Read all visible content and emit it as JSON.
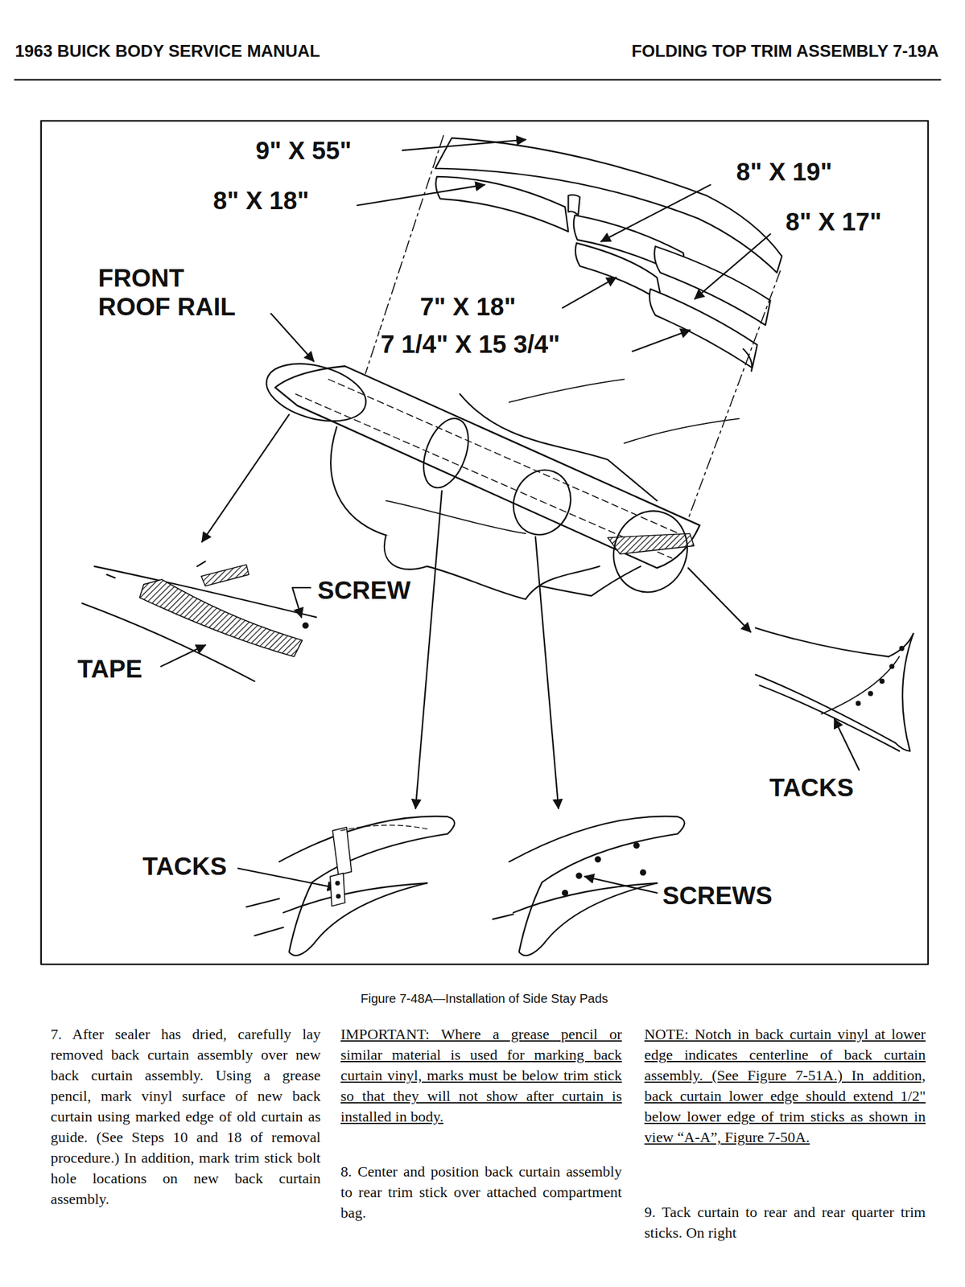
{
  "diagram": {
    "title": "1963 BUICK BODY SERVICE MANUAL",
    "caption": "Figure 7-48A—Installation of Side Stay Pads",
    "labels": [
      "FOLDING TOP TRIM ASSEMBLY 7-19A",
      "9\" X 55\"",
      "8\" X 18\"",
      "8\" X 19\"",
      "8\" X 17\"",
      "FRONT ROOF RAIL",
      "7\" X 18\"",
      "7 1/4\" X 15 3/4\"",
      "SCREW",
      "TAPE",
      "TACKS",
      "TACKS",
      "SCREWS",
      "7. After sealer has dried, carefully lay removed back curtain assembly over new back curtain assembly. Using a grease pencil, mark vinyl surface of new back curtain using marked edge of old curtain as guide. (See Steps 10 and 18 of removal procedure.) In addition, mark trim stick bolt hole locations on new back curtain assembly.",
      "IMPORTANT: Where a grease pencil or similar material is used for marking back curtain vinyl, marks must be below trim stick so that they will not show after curtain is installed in body.",
      "8. Center and position back curtain assembly to rear trim stick over attached compartment bag.",
      "NOTE: Notch in back curtain vinyl at lower edge indicates centerline of back curtain assembly. (See Figure 7-51A.) In addition, back curtain lower edge should extend 1/2\" below lower edge of trim sticks as shown in view “A-A”, Figure 7-50A.",
      "9. Tack curtain to rear and rear quarter trim sticks. On right"
    ]
  }
}
